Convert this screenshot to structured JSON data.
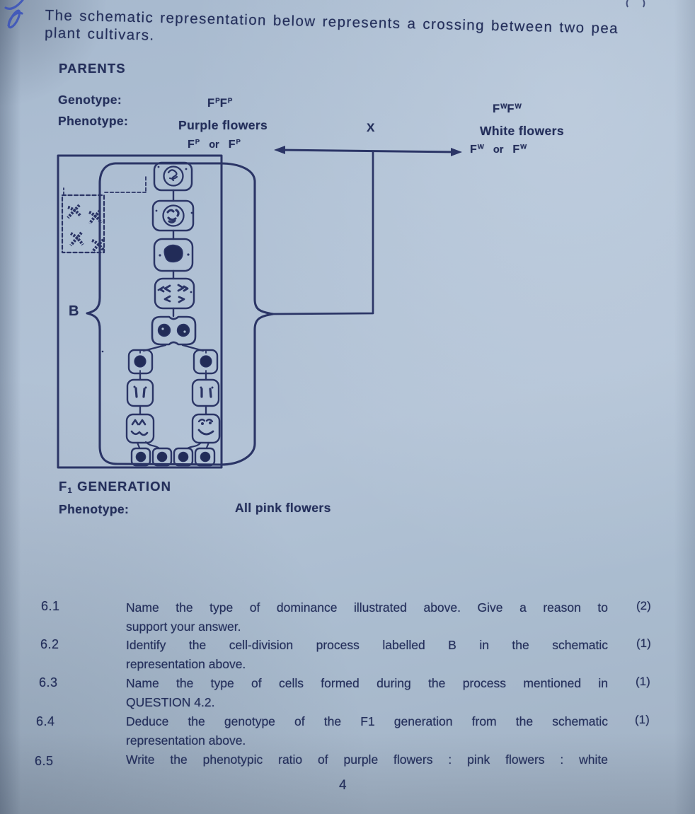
{
  "colors": {
    "paper": "#afc0d4",
    "ink": "#242f5b",
    "pen_ink": "#3d55bb"
  },
  "intro": {
    "line1": "The schematic representation below represents a crossing between two pea",
    "line2": "plant cultivars."
  },
  "parents": {
    "heading": "PARENTS",
    "genotype_label": "Genotype:",
    "phenotype_label": "Phenotype:",
    "cross_symbol": "X",
    "or_word": "or",
    "purple": {
      "allele_base": "F",
      "allele_sup": "P",
      "phenotype": "Purple flowers"
    },
    "white": {
      "allele_base": "F",
      "allele_sup": "W",
      "phenotype": "White flowers"
    }
  },
  "diagram": {
    "process_label": "B"
  },
  "f1": {
    "gen_base": "F",
    "gen_sub": "1",
    "gen_word": "GENERATION",
    "phenotype_label": "Phenotype:",
    "phenotype_value": "All pink flowers"
  },
  "questions": [
    {
      "number": "6.1",
      "line1": "Name the type of dominance illustrated above. Give a reason to",
      "line2": "support your answer.",
      "marks": "(2)"
    },
    {
      "number": "6.2",
      "line1": "Identify the cell-division process labelled B in the schematic",
      "line2": "representation above.",
      "marks": "(1)"
    },
    {
      "number": "6.3",
      "line1": "Name the type of cells formed during the process mentioned in",
      "line2": "QUESTION 4.2.",
      "marks": "(1)"
    },
    {
      "number": "6.4",
      "line1": "Deduce the genotype of the F1 generation from the schematic",
      "line2": "representation above.",
      "marks": "(1)"
    },
    {
      "number": "6.5",
      "line1": "Write the phenotypic ratio of purple flowers : pink flowers : white",
      "line2": "",
      "marks": ""
    }
  ],
  "footer": {
    "page_number": "4"
  }
}
